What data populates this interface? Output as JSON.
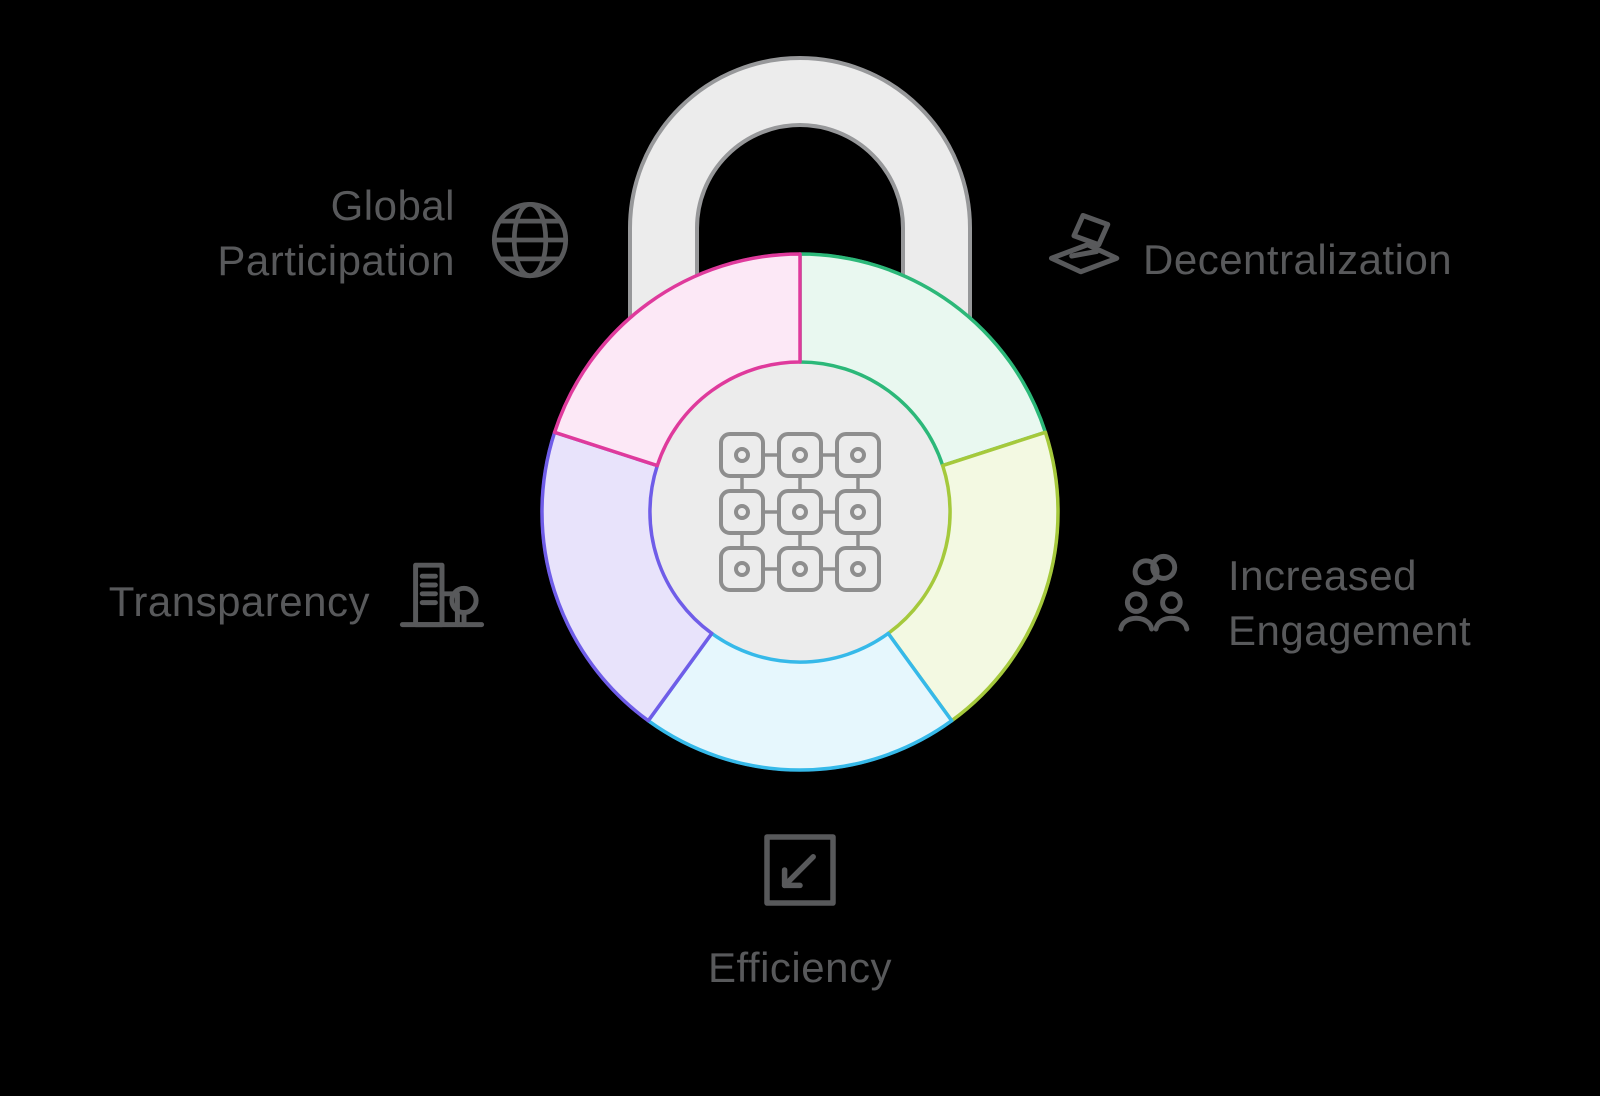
{
  "diagram": {
    "center_icon": "blockchain-grid",
    "subject": "padlock-segment-diagram"
  },
  "labels": {
    "global_participation": {
      "lines": [
        "Global",
        "Participation"
      ],
      "icon": "globe-icon"
    },
    "decentralization": {
      "lines": [
        "Decentralization"
      ],
      "icon": "ballot-box-icon"
    },
    "transparency": {
      "lines": [
        "Transparency"
      ],
      "icon": "building-tree-icon"
    },
    "increased_engagement": {
      "lines": [
        "Increased",
        "Engagement"
      ],
      "icon": "links-people-icon"
    },
    "efficiency": {
      "lines": [
        "Efficiency"
      ],
      "icon": "resize-arrow-icon"
    }
  },
  "colors": {
    "background": "#000000",
    "text": "#58595b",
    "icon_stroke": "#58595b",
    "lock_fill": "#ececec",
    "lock_stroke": "#97989a",
    "grid_icon": "#8e8e8e",
    "segments": {
      "global_participation": {
        "fill": "#fce8f6",
        "stroke": "#df3a9c"
      },
      "decentralization": {
        "fill": "#e9f8f0",
        "stroke": "#2cb879"
      },
      "increased_engagement": {
        "fill": "#f3f9e2",
        "stroke": "#a5c93c"
      },
      "efficiency": {
        "fill": "#e6f7fd",
        "stroke": "#36b9e9"
      },
      "transparency": {
        "fill": "#e8e3fb",
        "stroke": "#6f5de8"
      }
    }
  }
}
